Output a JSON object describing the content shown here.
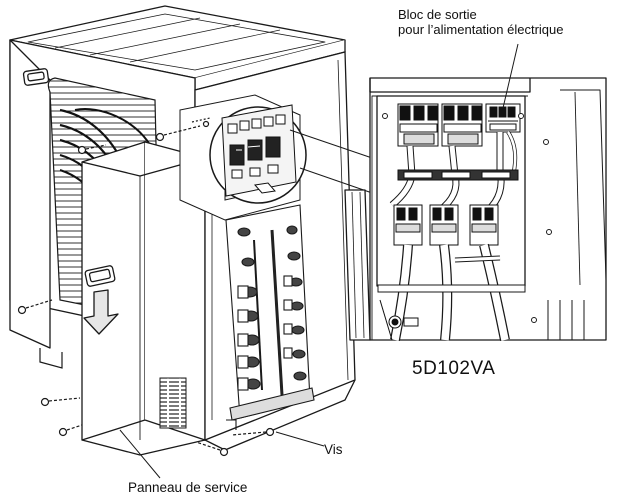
{
  "labels": {
    "output_block_line1": "Bloc de sortie",
    "output_block_line2": "pour l’alimentation électrique",
    "model": "5D102VA",
    "screws": "Vis",
    "service_panel": "Panneau de service"
  },
  "colors": {
    "line": "#1a1a1a",
    "panel_fill": "#ffffff",
    "shade": "#d9d9d9",
    "dark": "#3a3a3a",
    "arrow_fill": "#e6e6e6"
  },
  "icons": {
    "down_arrow": "down-arrow-icon",
    "screw": "screw-icon",
    "callout_circle": "zoom-callout-icon"
  }
}
